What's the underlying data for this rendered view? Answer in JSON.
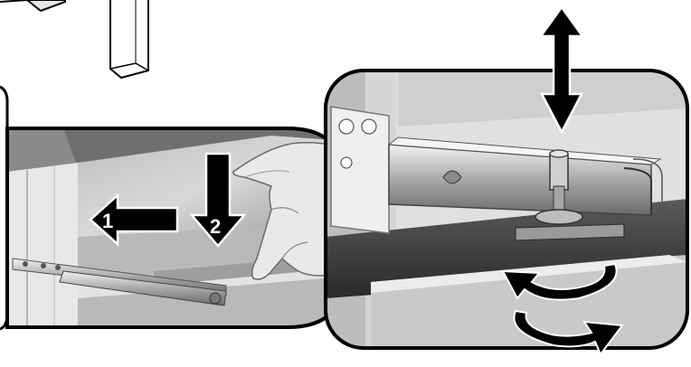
{
  "figure": {
    "type": "assembly-instruction-illustration",
    "panels": [
      {
        "id": "left-panel",
        "subject": "drawer-slide-removal"
      },
      {
        "id": "right-panel",
        "subject": "slide-height-adjustment-screw"
      }
    ],
    "callouts": {
      "step_1": "1",
      "step_2": "2"
    },
    "arrows": {
      "step_1": "left",
      "step_2": "down",
      "adjustment": "up-down",
      "rotation": "clockwise-and-counterclockwise"
    },
    "colors": {
      "outline": "#000000",
      "arrow": "#000000",
      "photo_dark": "#3a3a3a",
      "photo_mid": "#8c8c8c",
      "photo_light": "#d9d9d9",
      "background": "#ffffff"
    }
  }
}
